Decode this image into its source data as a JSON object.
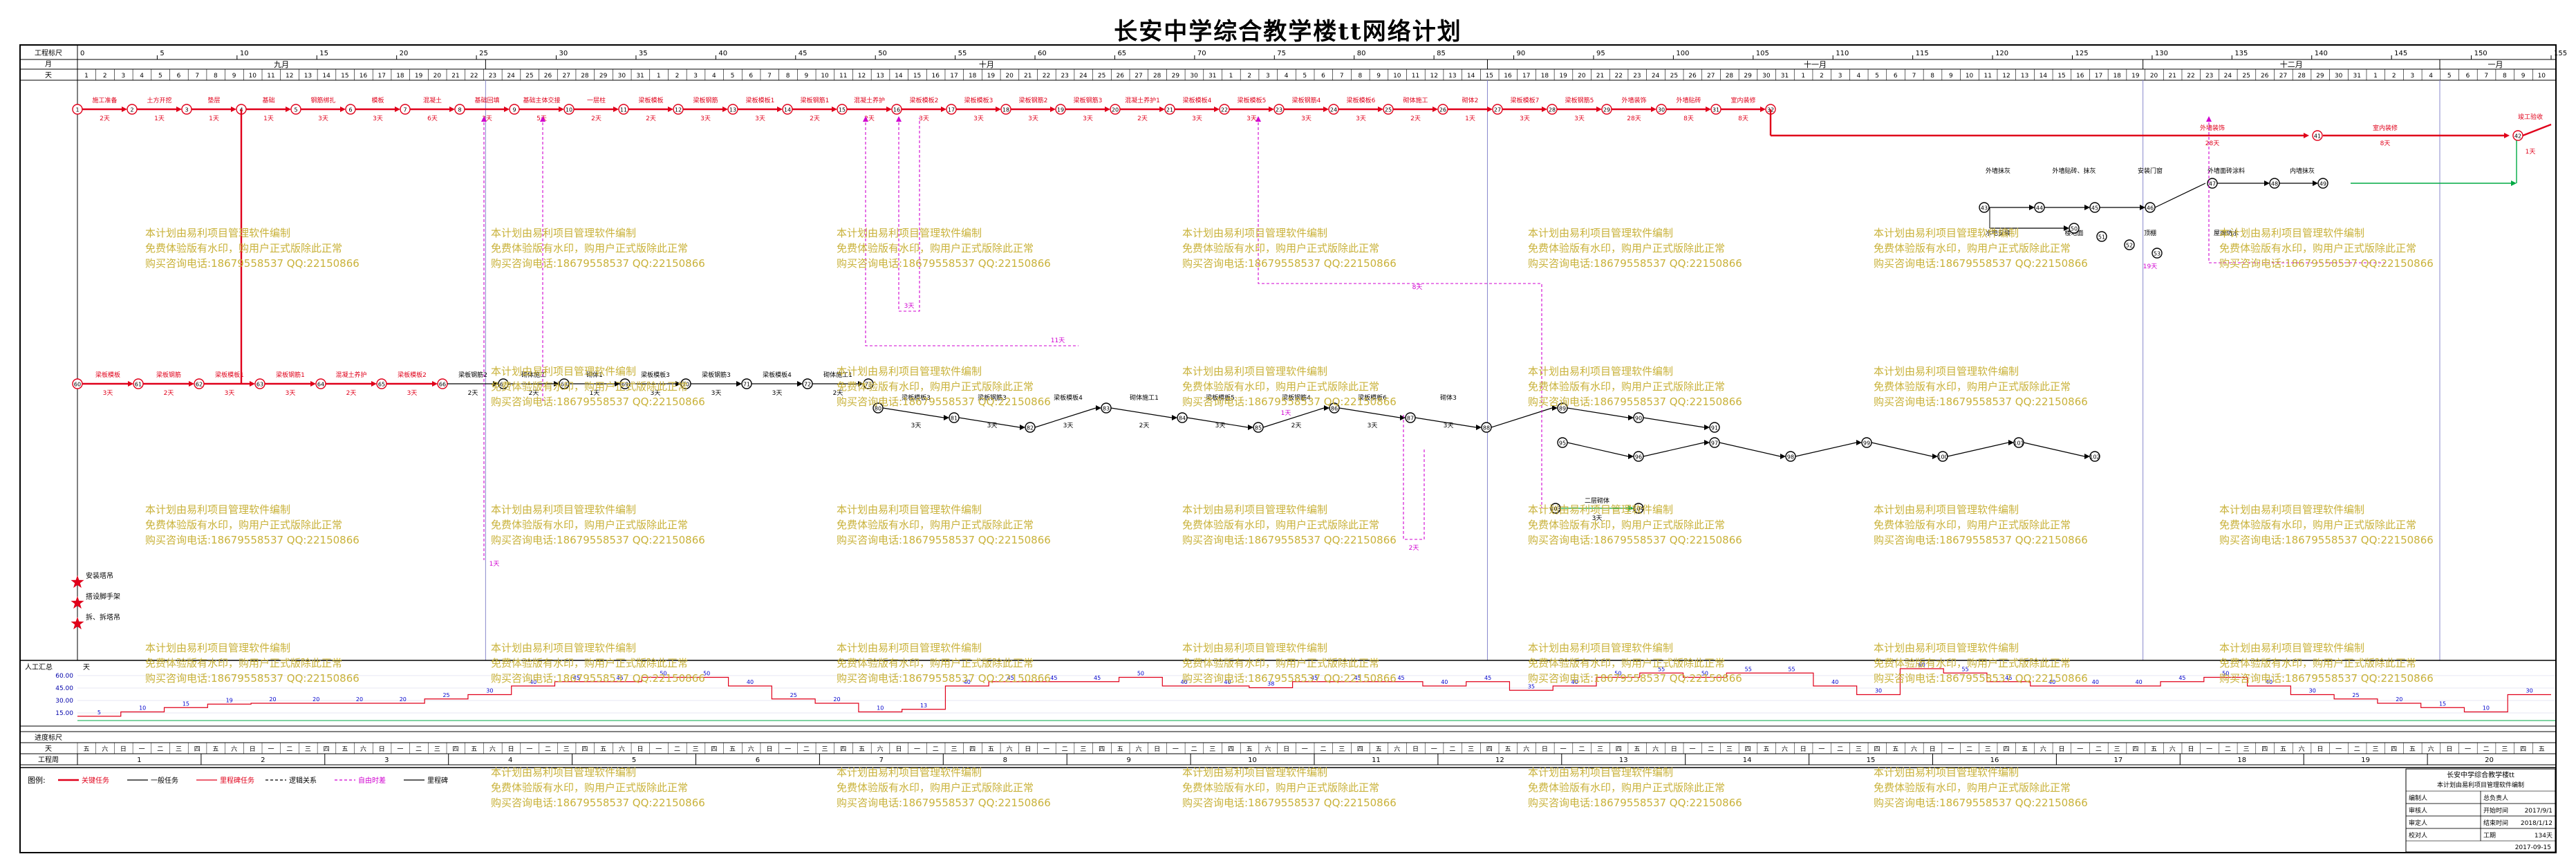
{
  "title": "长安中学综合教学楼tt网络计划",
  "header": {
    "row_labels": {
      "scale": "工程标尺",
      "month": "月",
      "day": "天"
    },
    "scale_ticks": [
      "0",
      "5",
      "10",
      "15",
      "20",
      "25",
      "30",
      "35",
      "40",
      "45",
      "50",
      "55",
      "60",
      "65",
      "70",
      "75",
      "80",
      "85",
      "90",
      "95",
      "100",
      "105",
      "110",
      "115",
      "120",
      "125",
      "130",
      "135",
      "140",
      "145",
      "150",
      "155"
    ],
    "months": [
      "九月",
      "十月",
      "十一月",
      "十二月",
      "一月"
    ]
  },
  "top_nodes": [
    "1",
    "2",
    "3",
    "4",
    "5",
    "6",
    "7",
    "8",
    "9",
    "10",
    "11",
    "12",
    "13",
    "14",
    "15",
    "16",
    "17",
    "18",
    "19",
    "20",
    "21",
    "22",
    "23",
    "24",
    "25",
    "26",
    "27",
    "28",
    "29",
    "30",
    "31",
    "32",
    "33",
    "34",
    "35",
    "36",
    "37",
    "38",
    "39",
    "40"
  ],
  "top_tasks": [
    {
      "name": "施工准备",
      "dur": "2天"
    },
    {
      "name": "土方开挖",
      "dur": "1天"
    },
    {
      "name": "垫层",
      "dur": "1天"
    },
    {
      "name": "基础",
      "dur": "1天"
    },
    {
      "name": "钢筋绑扎",
      "dur": "3天"
    },
    {
      "name": "模板",
      "dur": "3天"
    },
    {
      "name": "混凝土",
      "dur": "6天"
    },
    {
      "name": "基础回填",
      "dur": "3天"
    },
    {
      "name": "基础主体交接",
      "dur": "5天"
    },
    {
      "name": "一层柱",
      "dur": "2天"
    },
    {
      "name": "梁板模板",
      "dur": "2天"
    },
    {
      "name": "梁板钢筋",
      "dur": "3天"
    },
    {
      "name": "梁板模板1",
      "dur": "3天"
    },
    {
      "name": "梁板钢筋1",
      "dur": "2天"
    },
    {
      "name": "混凝土养护",
      "dur": "2天"
    },
    {
      "name": "梁板模板2",
      "dur": "3天"
    },
    {
      "name": "梁板模板3",
      "dur": "3天"
    },
    {
      "name": "梁板钢筋2",
      "dur": "3天"
    },
    {
      "name": "梁板钢筋3",
      "dur": "3天"
    },
    {
      "name": "混凝土养护1",
      "dur": "2天"
    },
    {
      "name": "梁板模板4",
      "dur": "3天"
    },
    {
      "name": "梁板模板5",
      "dur": "3天"
    },
    {
      "name": "梁板钢筋4",
      "dur": "3天"
    },
    {
      "name": "梁板模板6",
      "dur": "3天"
    },
    {
      "name": "砌体施工",
      "dur": "2天"
    },
    {
      "name": "砌体2",
      "dur": "1天"
    },
    {
      "name": "梁板模板7",
      "dur": "3天"
    },
    {
      "name": "梁板钢筋5",
      "dur": "3天"
    },
    {
      "name": "外墙装饰",
      "dur": "28天"
    },
    {
      "name": "外墙贴砖",
      "dur": "8天"
    },
    {
      "name": "室内装修",
      "dur": "8天"
    },
    {
      "name": "竣工验收",
      "dur": "1天"
    }
  ],
  "right_labels": [
    "外墙抹灰",
    "外墙贴砖、抹灰",
    "安装门窗",
    "外墙面砖涂料",
    "内墙抹灰",
    "水电安装",
    "楼地面",
    "顶棚",
    "屋面防水"
  ],
  "mid_tasks": [
    "梁板模板",
    "梁板钢筋",
    "梁板模板1",
    "梁板钢筋1",
    "混凝土养护",
    "梁板模板2",
    "梁板钢筋2",
    "砌体施工",
    "砌体1",
    "梁板模板3",
    "梁板钢筋3",
    "梁板模板4",
    "砌体施工1",
    "梁板模板5",
    "梁板钢筋4",
    "梁板模板6",
    "砌体3",
    "二层砌体"
  ],
  "mid_durs": [
    "3天",
    "2天",
    "3天",
    "3天",
    "2天",
    "3天",
    "2天",
    "2天",
    "1天",
    "3天",
    "3天",
    "3天",
    "2天",
    "3天",
    "2天",
    "3天",
    "3天",
    "3天"
  ],
  "milestones": [
    "安装塔吊",
    "搭设脚手架",
    "拆、拆塔吊"
  ],
  "floats": [
    "11天",
    "3天",
    "8天",
    "19天",
    "1天",
    "2天",
    "1天"
  ],
  "watermark": {
    "line1": "本计划由易利项目管理软件编制",
    "line2": "免费体验版有水印，购用户正式版除此正常",
    "line3": "购买咨询电话:18679558537 QQ:22150866"
  },
  "resource": {
    "label": "人工汇总",
    "unit": "天",
    "ticks": [
      "60.00",
      "45.00",
      "30.00",
      "15.00"
    ],
    "values_labels": [
      "5",
      "10",
      "15",
      "19",
      "20",
      "20",
      "20",
      "20",
      "25",
      "30",
      "40",
      "45",
      "45",
      "50",
      "50",
      "40",
      "25",
      "20",
      "10",
      "13",
      "40",
      "45",
      "45",
      "45",
      "50",
      "40",
      "40",
      "38",
      "45",
      "45",
      "45",
      "40",
      "45",
      "35",
      "40",
      "50",
      "55",
      "50",
      "55",
      "55",
      "40",
      "30",
      "60",
      "55",
      "45",
      "40",
      "40",
      "40",
      "45",
      "50",
      "40",
      "30",
      "25",
      "20",
      "15",
      "10",
      "30"
    ]
  },
  "bottom": {
    "row_labels": {
      "scale": "进度标尺",
      "day": "天",
      "week": "工程周"
    },
    "weeks": [
      "1",
      "2",
      "3",
      "4",
      "5",
      "6",
      "7",
      "8",
      "9",
      "10",
      "11",
      "12",
      "13",
      "14",
      "15",
      "16",
      "17",
      "18",
      "19",
      "20"
    ],
    "weekdays": [
      "五",
      "六",
      "日",
      "一",
      "二",
      "三",
      "四"
    ]
  },
  "legend": {
    "label": "图例:",
    "items": [
      "关键任务",
      "一般任务",
      "里程碑任务",
      "逻辑关系",
      "自由时差",
      "里程碑"
    ]
  },
  "info": {
    "project": "长安中学综合教学楼tt",
    "subtitle": "本计划由易利项目管理软件编制",
    "rows": [
      {
        "k": "编制人",
        "v": ""
      },
      {
        "k": "总负责人",
        "v": ""
      },
      {
        "k": "审核人",
        "v": ""
      },
      {
        "k": "开始时间",
        "v": "2017/9/1"
      },
      {
        "k": "审定人",
        "v": ""
      },
      {
        "k": "结束时间",
        "v": "2018/1/12"
      },
      {
        "k": "校对人",
        "v": ""
      },
      {
        "k": "工期",
        "v": "134天"
      }
    ],
    "date": "2017-09-15"
  },
  "colors": {
    "critical": "#e0001a",
    "normal": "#000000",
    "float": "#d000d0",
    "grid": "#cfcfe8",
    "watermark": "#c9b23a",
    "resource": "#e0001a"
  }
}
